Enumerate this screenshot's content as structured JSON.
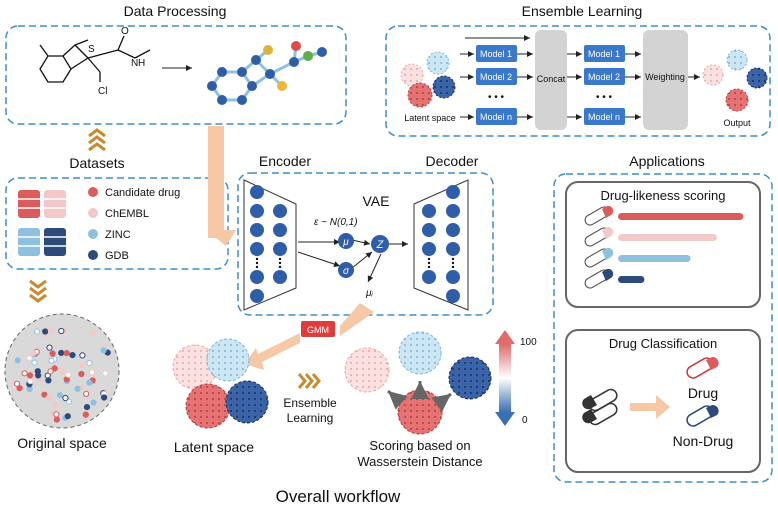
{
  "title": "Overall workflow",
  "data_processing": {
    "label": "Data Processing",
    "molecule_atoms": {
      "sulfur": "S",
      "nitrogen": "N",
      "oxygen": "O",
      "hydrogen": "H",
      "chlorine": "Cl"
    }
  },
  "datasets": {
    "label": "Datasets",
    "items": [
      {
        "name": "Candidate drug",
        "color": "#dc5b5b"
      },
      {
        "name": "ChEMBL",
        "color": "#f2c9c9"
      },
      {
        "name": "ZINC",
        "color": "#8ec0e0"
      },
      {
        "name": "GDB",
        "color": "#2c4a7a"
      }
    ]
  },
  "original_space_label": "Original space",
  "vae": {
    "encoder_label": "Encoder",
    "decoder_label": "Decoder",
    "vae_label": "VAE",
    "epsilon_label": "ε ~ N(0,1)",
    "mu_label": "μ",
    "sigma_label": "σ",
    "z_label": "Z",
    "mu_i_label": "μᵢ"
  },
  "gmm_label": "GMM",
  "latent_space_label": "Latent space",
  "ensemble_learning_label": [
    "Ensemble",
    "Learning"
  ],
  "scoring_label": [
    "Scoring based on",
    "Wasserstein Distance"
  ],
  "scale": {
    "max": "100",
    "min": "0",
    "top_color": "#e06b6b",
    "bottom_color": "#3a6fb3"
  },
  "ensemble": {
    "label": "Ensemble Learning",
    "models_left": [
      "Model 1",
      "Model 2",
      "Model n"
    ],
    "models_right": [
      "Model 1",
      "Model 2",
      "Model n"
    ],
    "concat_label": "Concat",
    "weighting_label": "Weighting",
    "latent_space_label": "Latent space",
    "output_label": "Output",
    "dots": "• • •"
  },
  "applications": {
    "label": "Applications",
    "scoring_panel": {
      "title": "Drug-likeness scoring",
      "bars": [
        {
          "score": 0.95,
          "color": "#dc5b5b"
        },
        {
          "score": 0.75,
          "color": "#f2c9c9"
        },
        {
          "score": 0.55,
          "color": "#8ec0e0"
        },
        {
          "score": 0.2,
          "color": "#2c4a7a"
        }
      ]
    },
    "classification_panel": {
      "title": "Drug Classification",
      "drug_label": "Drug",
      "non_drug_label": "Non-Drug"
    }
  },
  "colors": {
    "dashed_border": "#3d8ec9",
    "node_blue": "#2f5da8",
    "model_box": "#3a78c9",
    "arrow_peach": "#f6c8a6",
    "chevron": "#c98a2e",
    "gmm_red": "#e03c3c"
  }
}
